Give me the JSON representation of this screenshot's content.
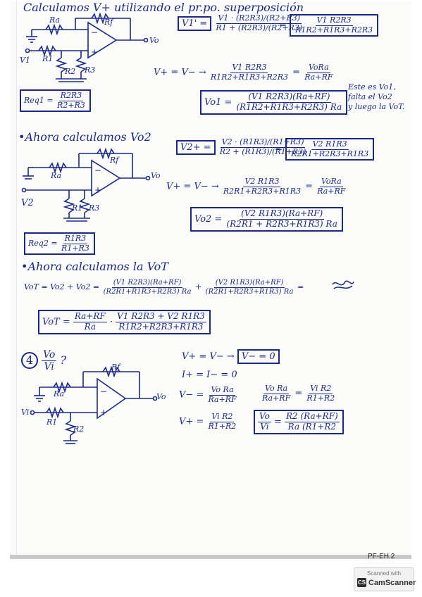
{
  "heading1": "Calculamos V+ utilizando el pr.po. superposición",
  "c1": {
    "Ra": "Ra",
    "Rf": "Rf",
    "Vo": "Vo",
    "V1": "V1",
    "R1": "R1",
    "R2": "R2",
    "R3": "R3"
  },
  "req1": {
    "lhs": "Req1 =",
    "num": "R2R3",
    "den": "R2+R3"
  },
  "eq_v1": {
    "lhs": "V1' =",
    "num": "V1 · (R2R3)/(R2+R3)",
    "den": "R1 + (R2R3)/(R2+R3)",
    "eq": "=",
    "rnum": "V1 R2R3",
    "rden": "R1R2+R1R3+R2R3"
  },
  "eq_vplus1": {
    "text": "V+ = V− →",
    "num": "V1 R2R3",
    "den": "R1R2+R1R3+R2R3",
    "eq": "=",
    "rnum": "VoRa",
    "rden": "Ra+RF"
  },
  "eq_vo1": {
    "lhs": "Vo1 =",
    "num": "(V1 R2R3)(Ra+RF)",
    "den": "(R1R2+R1R3+R2R3) Ra"
  },
  "note1": [
    "Este es Vo1,",
    "falta el Vo2",
    "y luego la VoT."
  ],
  "heading2": "•Ahora calculamos Vo2",
  "c2": {
    "Ra": "Ra",
    "Rf": "Rf",
    "Vo": "Vo",
    "V2": "V2",
    "R1": "R1",
    "R3": "R3"
  },
  "eq_v2": {
    "lhs": "V2+ =",
    "num": "V2 · (R1R3)/(R1+R3)",
    "den": "R2 + (R1R3)/(R1+R3)",
    "eq": "=",
    "rnum": "V2 R1R3",
    "rden": "R2R1+R2R3+R1R3"
  },
  "eq_vplus2": {
    "text": "V+ = V− →",
    "num": "V2 R1R3",
    "den": "R2R1+R2R3+R1R3",
    "eq": "=",
    "rnum": "VoRa",
    "rden": "Ra+RF"
  },
  "eq_vo2": {
    "lhs": "Vo2 =",
    "num": "(V2 R1R3)(Ra+RF)",
    "den": "(R2R1 + R2R3+R1R3) Ra"
  },
  "req2": {
    "lhs": "Req2 =",
    "num": "R1R3",
    "den": "R1+R3"
  },
  "heading3": "•Ahora calculamos la VoT",
  "eq_vot_sum": {
    "lhs": "VoT = Vo2 + Vo2 =",
    "a_num": "(V1 R2R3)(Ra+RF)",
    "a_den": "(R2R1+R1R3+R2R3) Ra",
    "plus": "+",
    "b_num": "(V2 R1R3)(Ra+RF)",
    "b_den": "(R2R1+R2R3+R1R3) Ra",
    "eq": "="
  },
  "eq_vot_final": {
    "lhs": "VoT =",
    "a_num": "Ra+RF",
    "a_den": "Ra",
    "dot": "·",
    "b_num": "V1 R2R3 + V2 R1R3",
    "b_den": "R1R2+R2R3+R1R3"
  },
  "q4": {
    "num": "4",
    "frac_num": "Vo",
    "frac_den": "Vi",
    "q": "?"
  },
  "c4": {
    "Ra": "Ra",
    "Rf": "Rf",
    "Vo": "Vo",
    "Vi": "Vi",
    "R1": "R1",
    "R2": "R2"
  },
  "sys4": {
    "l1": "V+ = V− →",
    "l1box": "V− = 0",
    "l2": "I+ = I− = 0"
  },
  "eq4_vminus": {
    "lhs": "V− =",
    "num": "Vo Ra",
    "den": "Ra+RF"
  },
  "eq4_vplus": {
    "lhs": "V+ =",
    "num": "Vi R2",
    "den": "R1+R2"
  },
  "eq4_rel": {
    "lnum": "Vo Ra",
    "lden": "Ra+RF",
    "eq": "=",
    "rnum": "Vi R2",
    "rden": "R1+R2"
  },
  "eq4_final": {
    "lnum": "Vo",
    "lden": "Vi",
    "eq": "=",
    "rnum": "R2 (Ra+RF)",
    "rden": "Ra (R1+R2"
  },
  "page_number": "PF-EH.2",
  "scanner": {
    "line1": "Scanned with",
    "logo": "CS",
    "line2": "CamScanner"
  }
}
